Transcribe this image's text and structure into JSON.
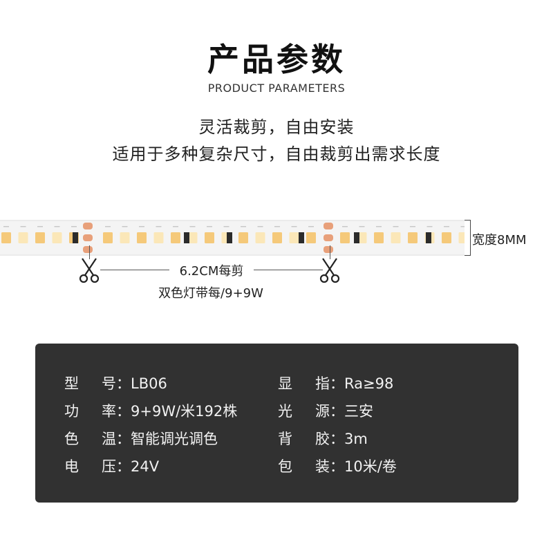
{
  "header": {
    "title": "产品参数",
    "subtitle": "PRODUCT PARAMETERS"
  },
  "intro": {
    "line1": "灵活裁剪，自由安装",
    "line2": "适用于多种复杂尺寸，自由裁剪出需求长度"
  },
  "diagram": {
    "width_label": "宽度8MM",
    "cut_label": "6.2CM每剪",
    "power_label": "双色灯带每/9+9W"
  },
  "specs": {
    "left": [
      {
        "key": "型　号",
        "value": "LB06"
      },
      {
        "key": "功　率",
        "value": "9+9W/米192株"
      },
      {
        "key": "色　温",
        "value": "智能调光调色"
      },
      {
        "key": "电　压",
        "value": "24V"
      }
    ],
    "right": [
      {
        "key": "显　指",
        "value": "Ra≥98"
      },
      {
        "key": "光　源",
        "value": "三安"
      },
      {
        "key": "背　胶",
        "value": "3m"
      },
      {
        "key": "包　装",
        "value": "10米/卷"
      }
    ]
  },
  "colors": {
    "spec_bg": "#313131",
    "led_warm": "#f5c97a",
    "led_cool": "#fbe7b8",
    "pad": "#e8a07a"
  }
}
